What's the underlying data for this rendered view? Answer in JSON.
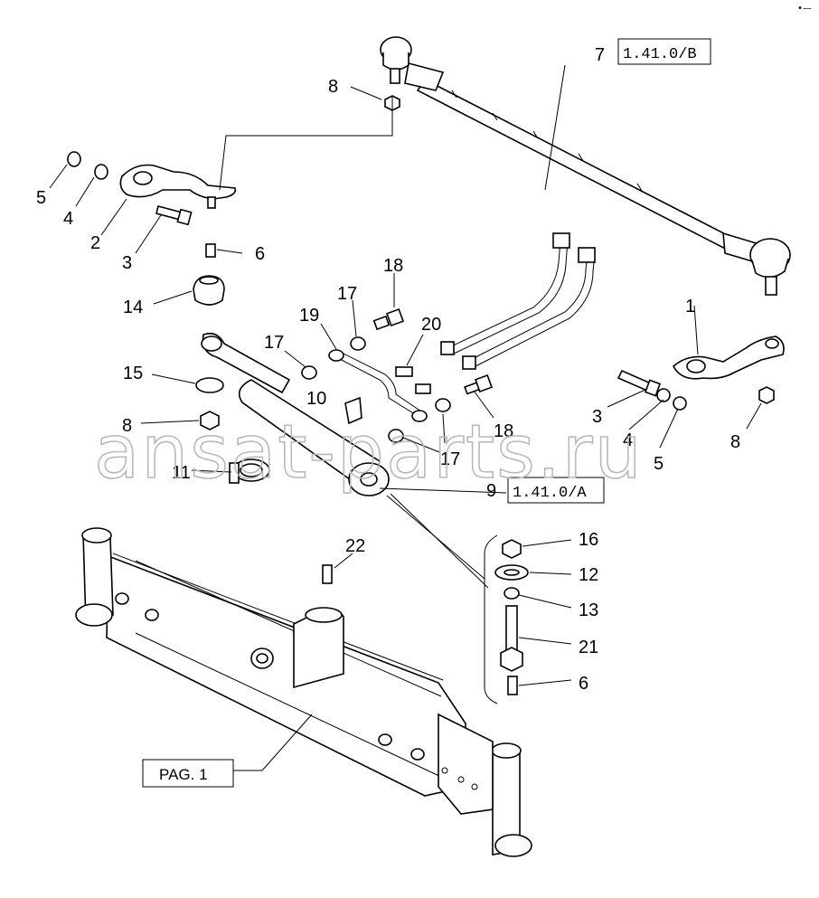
{
  "watermark": "ansat-parts.ru",
  "corner_mark": "•—",
  "references": {
    "tie_rod": {
      "number": "7",
      "ref": "1.41.0/B"
    },
    "cylinder": {
      "number": "9",
      "ref": "1.41.0/A"
    },
    "axle": {
      "ref": "PAG. 1"
    }
  },
  "callouts": {
    "c1": "1",
    "c2": "2",
    "c3a": "3",
    "c3b": "3",
    "c4a": "4",
    "c4b": "4",
    "c5a": "5",
    "c5b": "5",
    "c6a": "6",
    "c6b": "6",
    "c8a": "8",
    "c8b": "8",
    "c8c": "8",
    "c10": "10",
    "c11": "11",
    "c12": "12",
    "c13": "13",
    "c14": "14",
    "c15": "15",
    "c16": "16",
    "c17a": "17",
    "c17b": "17",
    "c17c": "17",
    "c18a": "18",
    "c18b": "18",
    "c19": "19",
    "c20": "20",
    "c21": "21",
    "c22": "22"
  }
}
